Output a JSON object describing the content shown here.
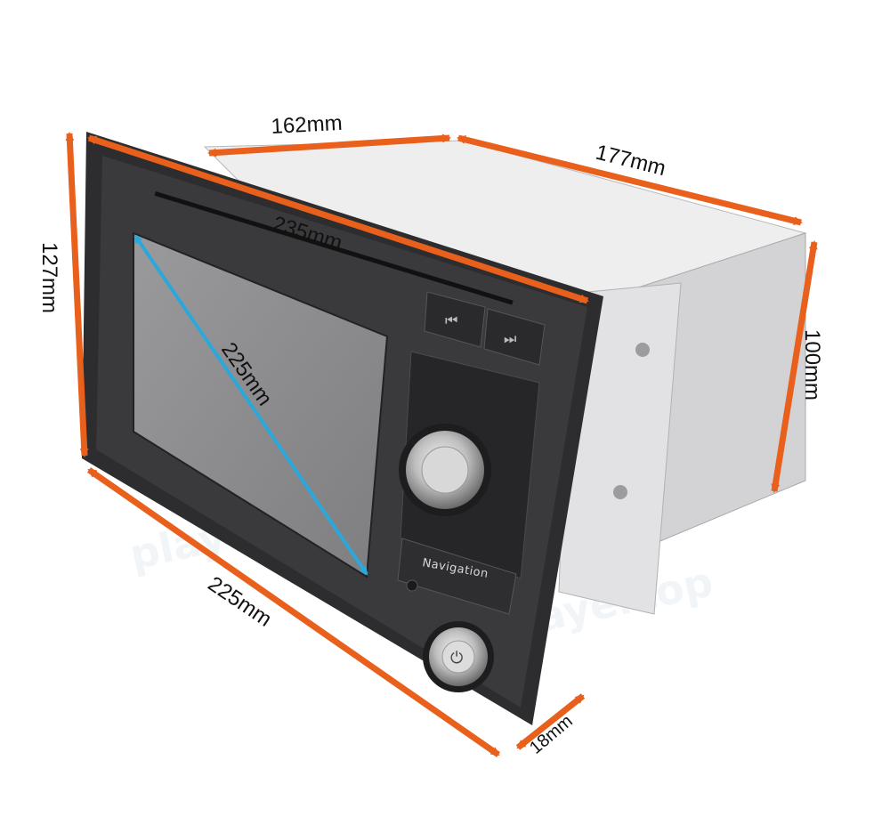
{
  "watermark": "playertop",
  "device": {
    "nav_button_label": "Navigation"
  },
  "dimensions": {
    "depth_top": "162mm",
    "depth_side": "177mm",
    "face_width": "235mm",
    "face_height": "127mm",
    "screen_diagonal": "225mm",
    "bottom_width": "225mm",
    "chassis_height": "100mm",
    "bezel_depth": "18mm"
  },
  "colors": {
    "arrow": "#e8601c",
    "diagonal": "#2aa8dc",
    "bezel": "#2d2d2f",
    "screen": "#8b8b8d",
    "chassis": "#d9d9db"
  }
}
